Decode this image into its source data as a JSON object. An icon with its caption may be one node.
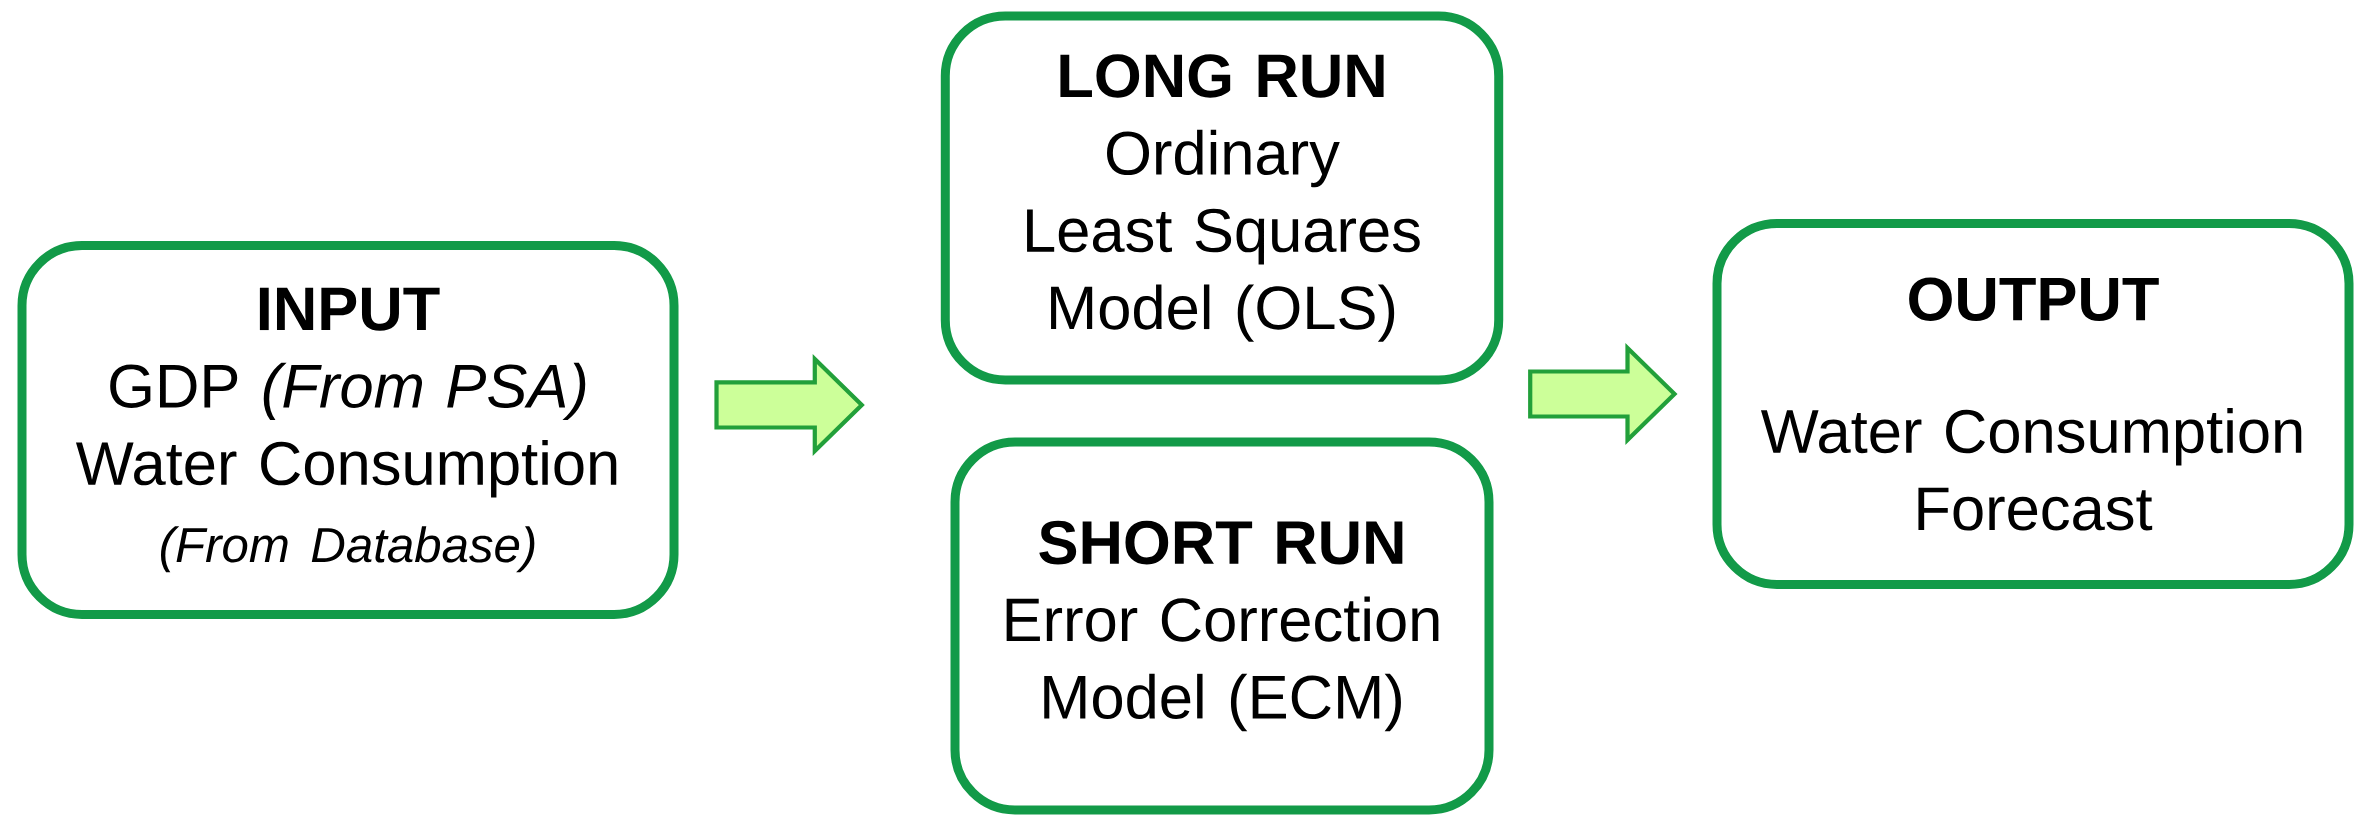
{
  "diagram": {
    "nodes": [
      {
        "text": [
          "INPUT",
          "GDP *(From PSA)*",
          "Water Consumption",
          "(From Database)"
        ]
      },
      {
        "text": [
          "LONG RUN",
          "Ordinary Least Squares Model (OLS)"
        ]
      },
      {
        "text": [
          "SHORT RUN",
          "Error Correction Model (ECM)"
        ]
      },
      {
        "text": [
          "OUTPUT",
          "Water Consumption Forecast"
        ]
      }
    ],
    "edges": [
      {
        "from": 0,
        "to": 1,
        "arrow": "to"
      },
      {
        "from": 0,
        "to": 2,
        "arrow": "to"
      },
      {
        "from": 1,
        "to": 3,
        "arrow": "to"
      },
      {
        "from": 2,
        "to": 3,
        "arrow": "to"
      }
    ]
  }
}
